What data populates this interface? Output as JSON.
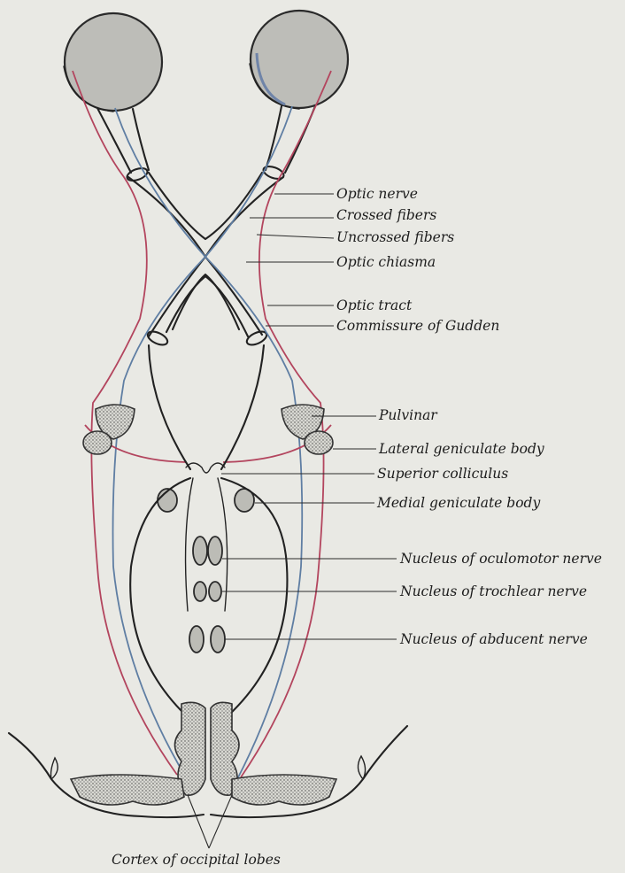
{
  "labels": {
    "optic_nerve": "Optic nerve",
    "crossed_fibers": "Crossed fibers",
    "uncrossed_fibers": "Uncrossed fibers",
    "optic_chiasma": "Optic chiasma",
    "optic_tract": "Optic tract",
    "commissure_of_gudden": "Commissure of Gudden",
    "pulvinar": "Pulvinar",
    "lateral_geniculate_body": "Lateral geniculate body",
    "superior_colliculus": "Superior colliculus",
    "medial_geniculate_body": "Medial geniculate body",
    "nucleus_oculomotor": "Nucleus of oculomotor nerve",
    "nucleus_trochlear": "Nucleus of trochlear nerve",
    "nucleus_abducent": "Nucleus of abducent nerve",
    "cortex_occipital": "Cortex of occipital lobes"
  },
  "colors": {
    "background": "#e9e9e4",
    "crossed_fiber": "#5f7ea3",
    "uncrossed_fiber": "#b3455e",
    "outline": "#222222"
  }
}
